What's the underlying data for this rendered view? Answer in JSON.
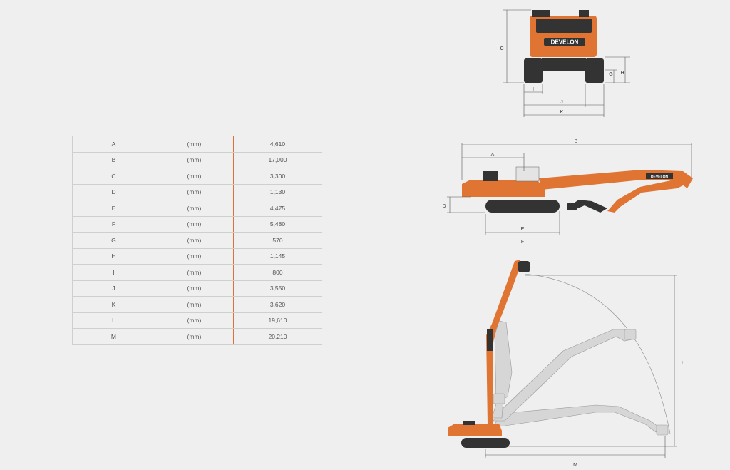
{
  "specs": [
    {
      "key": "A",
      "unit": "(mm)",
      "value": "4,610"
    },
    {
      "key": "B",
      "unit": "(mm)",
      "value": "17,000"
    },
    {
      "key": "C",
      "unit": "(mm)",
      "value": "3,300"
    },
    {
      "key": "D",
      "unit": "(mm)",
      "value": "1,130"
    },
    {
      "key": "E",
      "unit": "(mm)",
      "value": "4,475"
    },
    {
      "key": "F",
      "unit": "(mm)",
      "value": "5,480"
    },
    {
      "key": "G",
      "unit": "(mm)",
      "value": "570"
    },
    {
      "key": "H",
      "unit": "(mm)",
      "value": "1,145"
    },
    {
      "key": "I",
      "unit": "(mm)",
      "value": "800"
    },
    {
      "key": "J",
      "unit": "(mm)",
      "value": "3,550"
    },
    {
      "key": "K",
      "unit": "(mm)",
      "value": "3,620"
    },
    {
      "key": "L",
      "unit": "(mm)",
      "value": "19,610"
    },
    {
      "key": "M",
      "unit": "(mm)",
      "value": "20,210"
    }
  ],
  "brand": "DEVELON",
  "dimension_labels": {
    "A": "A",
    "B": "B",
    "C": "C",
    "D": "D",
    "E": "E",
    "F": "F",
    "G": "G",
    "H": "H",
    "I": "I",
    "J": "J",
    "K": "K",
    "L": "L",
    "M": "M"
  },
  "colors": {
    "accent": "#e07432",
    "machine_dark": "#333333",
    "ghost": "#d6d6d6",
    "background": "#efefef"
  }
}
